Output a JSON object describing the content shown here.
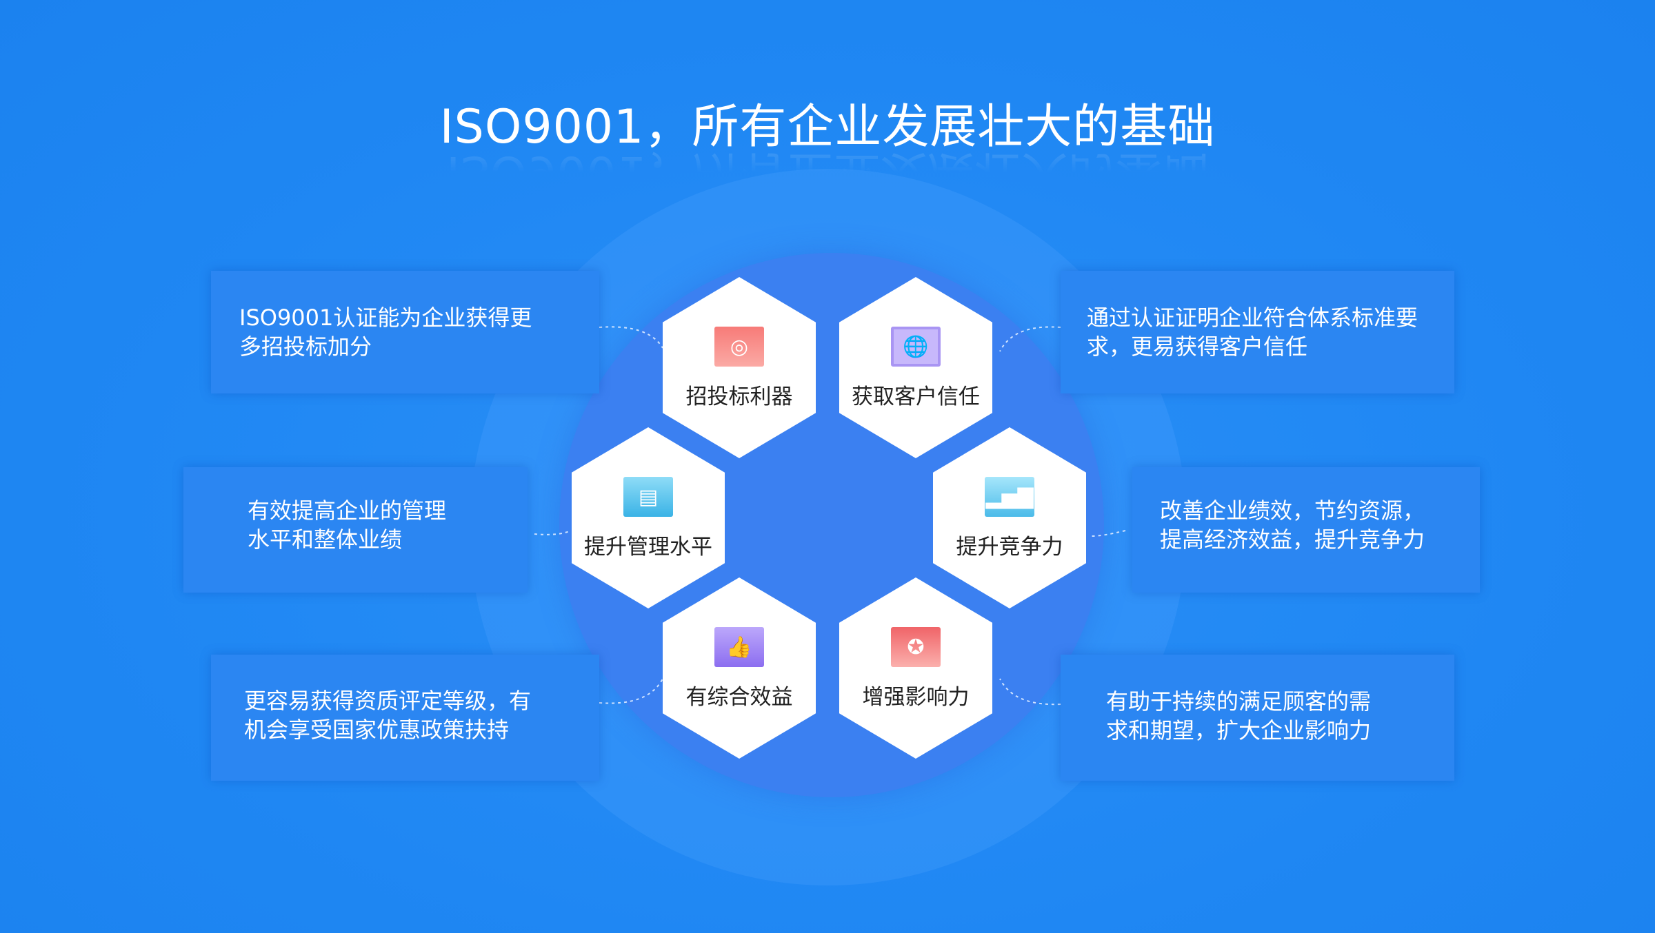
{
  "title": "ISO9001，所有企业发展壮大的基础",
  "hexagons": [
    {
      "label": "招投标利器",
      "icon": "target-icon",
      "color": "#f77b78"
    },
    {
      "label": "获取客户信任",
      "icon": "globe-card-icon",
      "color": "#b9a3f5"
    },
    {
      "label": "提升管理水平",
      "icon": "document-gear-icon",
      "color": "#4fc0ea"
    },
    {
      "label": "提升竞争力",
      "icon": "bar-chart-icon",
      "color": "#5cc4ee"
    },
    {
      "label": "有综合效益",
      "icon": "thumbs-up-icon",
      "color": "#9b7cf0"
    },
    {
      "label": "增强影响力",
      "icon": "medal-icon",
      "color": "#f26f72"
    }
  ],
  "boxes": [
    {
      "lines": [
        "ISO9001认证能为企业获得更",
        "多招投标加分"
      ]
    },
    {
      "lines": [
        "通过认证证明企业符合体系标准要",
        "求，更易获得客户信任"
      ]
    },
    {
      "lines": [
        "有效提高企业的管理",
        "水平和整体业绩"
      ]
    },
    {
      "lines": [
        "改善企业绩效，节约资源，",
        "提高经济效益，提升竞争力"
      ]
    },
    {
      "lines": [
        "更容易获得资质评定等级，有",
        "机会享受国家优惠政策扶持"
      ]
    },
    {
      "lines": [
        "有助于持续的满足顾客的需",
        "求和期望，扩大企业影响力"
      ]
    }
  ]
}
